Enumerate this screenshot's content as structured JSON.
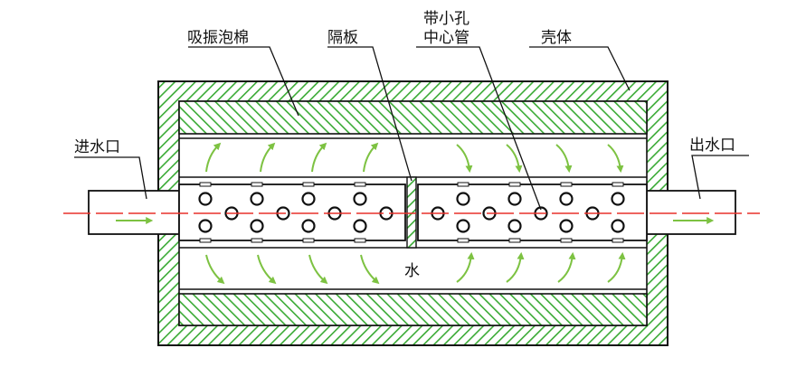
{
  "labels": {
    "foam": "吸振泡棉",
    "baffle": "隔板",
    "pipe_line1": "带小孔",
    "pipe_line2": "中心管",
    "shell": "壳体",
    "inlet": "进水口",
    "outlet": "出水口",
    "water": "水"
  },
  "colors": {
    "hatch": "#3aaa35",
    "arrow": "#7dc242",
    "axis": "#e8302a",
    "outline": "#111111"
  }
}
